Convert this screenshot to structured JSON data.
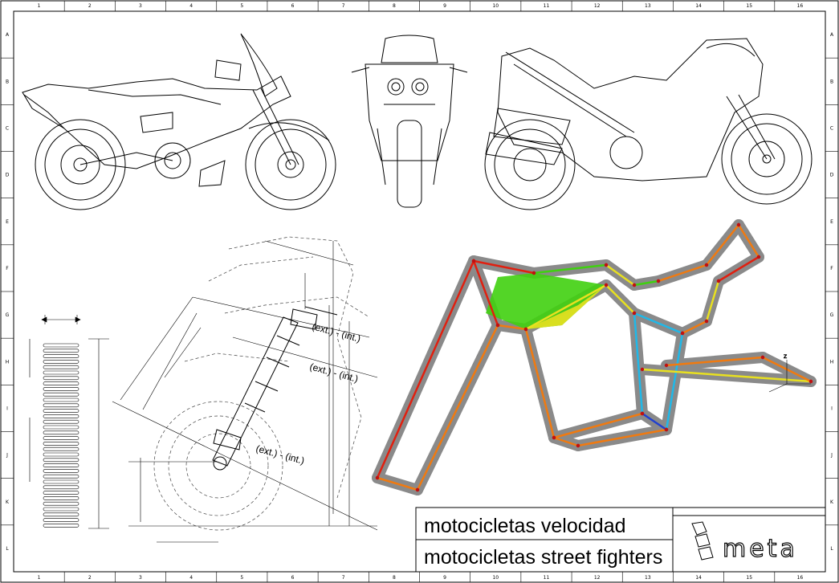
{
  "sheet": {
    "columns": [
      "1",
      "2",
      "3",
      "4",
      "5",
      "6",
      "7",
      "8",
      "9",
      "10",
      "11",
      "12",
      "13",
      "14",
      "15",
      "16"
    ],
    "rows": [
      "A",
      "B",
      "C",
      "D",
      "E",
      "F",
      "G",
      "H",
      "I",
      "J",
      "K",
      "L"
    ]
  },
  "title_block": {
    "line1": "motocicletas velocidad",
    "line2": "motocicletas street fighters",
    "logo": "meta"
  },
  "fork_labels": [
    "(ext.) - (int.)",
    "(ext.) - (int.)",
    "(ext.) - (int.)"
  ],
  "axes_triad": {
    "z": "Z"
  },
  "frame_colors": {
    "tube_outline": "#8a8a8a",
    "red": "#e02010",
    "orange": "#f07a10",
    "yellow": "#e8e020",
    "green": "#40d010",
    "cyan": "#20b8e8",
    "blue": "#2040d0",
    "node": "#c01010"
  }
}
